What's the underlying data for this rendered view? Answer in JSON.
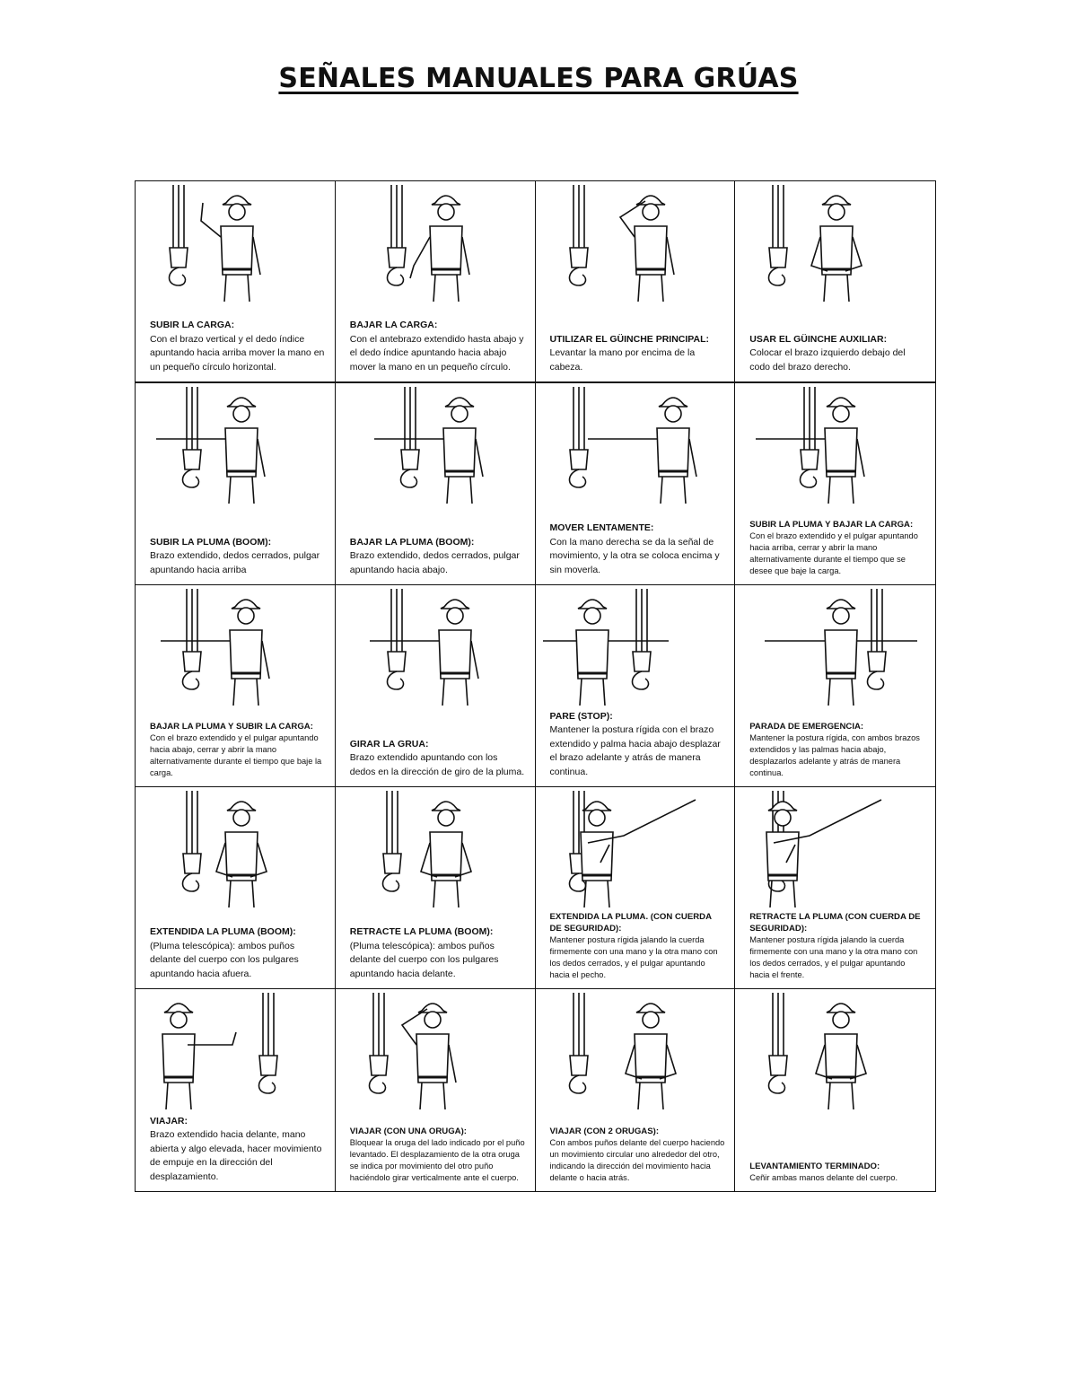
{
  "title": "SEÑALES MANUALES PARA GRÚAS",
  "signals": [
    {
      "heading": "SUBIR LA CARGA:",
      "body": "Con el brazo vertical y el dedo índice apuntando hacia arriba mover la mano en un pequeño círculo horizontal.",
      "illustration": "hoist-load-icon"
    },
    {
      "heading": "BAJAR LA CARGA:",
      "body": "Con el antebrazo extendido hasta abajo y el dedo índice apuntando hacia abajo mover la mano en un pequeño círculo.",
      "illustration": "lower-load-icon"
    },
    {
      "heading": "UTILIZAR EL GÜINCHE PRINCIPAL:",
      "body": "Levantar la mano por encima de la cabeza.",
      "illustration": "main-hoist-icon"
    },
    {
      "heading": "USAR EL GÜINCHE AUXILIAR:",
      "body": "Colocar el brazo izquierdo debajo del codo del brazo derecho.",
      "illustration": "auxiliary-hoist-icon"
    },
    {
      "heading": "SUBIR LA PLUMA (BOOM):",
      "body": "Brazo extendido, dedos cerrados, pulgar apuntando hacia arriba",
      "illustration": "raise-boom-icon"
    },
    {
      "heading": "BAJAR LA PLUMA (BOOM):",
      "body": "Brazo extendido, dedos cerrados, pulgar apuntando hacia abajo.",
      "illustration": "lower-boom-icon"
    },
    {
      "heading": "MOVER LENTAMENTE:",
      "body": "Con la mano derecha se da la señal de movimiento, y la otra se coloca encima y sin moverla.",
      "illustration": "move-slowly-icon"
    },
    {
      "heading": "SUBIR LA PLUMA Y BAJAR LA CARGA:",
      "body": "Con el brazo extendido y el pulgar apuntando hacia arriba, cerrar y abrir la mano alternativamente durante el tiempo que se desee que baje la carga.",
      "illustration": "raise-boom-lower-load-icon",
      "small": true
    },
    {
      "heading": "BAJAR LA PLUMA Y SUBIR LA CARGA:",
      "body": "Con el brazo extendido y el pulgar apuntando hacia abajo, cerrar y abrir la mano alternativamente durante el tiempo que baje la carga.",
      "illustration": "lower-boom-raise-load-icon",
      "small": true
    },
    {
      "heading": "GIRAR LA GRUA:",
      "body": "Brazo extendido apuntando con los dedos en la dirección de giro de la pluma.",
      "illustration": "swing-icon"
    },
    {
      "heading": "PARE (STOP):",
      "body": "Mantener la postura rígida con el brazo extendido y palma hacia abajo desplazar el brazo adelante y atrás de manera continua.",
      "illustration": "stop-icon"
    },
    {
      "heading": "PARADA DE EMERGENCIA:",
      "body": "Mantener la postura rígida, con ambos brazos extendidos y las palmas hacia abajo, desplazarlos adelante y atrás de manera continua.",
      "illustration": "emergency-stop-icon",
      "small": true
    },
    {
      "heading": "EXTENDIDA LA PLUMA (BOOM):",
      "body": "(Pluma telescópica): ambos puños delante del cuerpo con los pulgares apuntando hacia afuera.",
      "illustration": "extend-boom-icon"
    },
    {
      "heading": "RETRACTE LA PLUMA (BOOM):",
      "body": "(Pluma telescópica): ambos puños delante del cuerpo con los pulgares apuntando hacia delante.",
      "illustration": "retract-boom-icon"
    },
    {
      "heading": "EXTENDIDA LA PLUMA. (CON CUERDA DE SEGURIDAD):",
      "body": "Mantener postura rígida jalando la cuerda firmemente con una mano y la otra mano con los dedos cerrados, y el pulgar apuntando hacia el pecho.",
      "illustration": "extend-boom-rope-icon",
      "small": true
    },
    {
      "heading": "RETRACTE LA PLUMA (CON CUERDA DE SEGURIDAD):",
      "body": "Mantener postura rígida jalando la cuerda firmemente con una mano y la otra mano con los dedos cerrados, y el pulgar apuntando hacia el frente.",
      "illustration": "retract-boom-rope-icon",
      "small": true
    },
    {
      "heading": "VIAJAR:",
      "body": "Brazo extendido hacia delante, mano abierta y algo elevada, hacer movimiento de empuje en la dirección del desplazamiento.",
      "illustration": "travel-icon"
    },
    {
      "heading": "VIAJAR (CON UNA ORUGA):",
      "body": "Bloquear la oruga del lado indicado por el puño levantado. El desplazamiento de la otra oruga se indica por movimiento del otro puño haciéndolo girar verticalmente ante el cuerpo.",
      "illustration": "travel-one-track-icon",
      "small": true
    },
    {
      "heading": "VIAJAR (CON 2 ORUGAS):",
      "body": "Con ambos puños delante del cuerpo haciendo un movimiento circular uno alrededor del otro, indicando la dirección del movimiento hacia delante o hacia atrás.",
      "illustration": "travel-two-tracks-icon",
      "small": true
    },
    {
      "heading": "LEVANTAMIENTO TERMINADO:",
      "body": "Ceñir ambas manos delante del cuerpo.",
      "illustration": "lift-complete-icon",
      "small": true
    }
  ]
}
